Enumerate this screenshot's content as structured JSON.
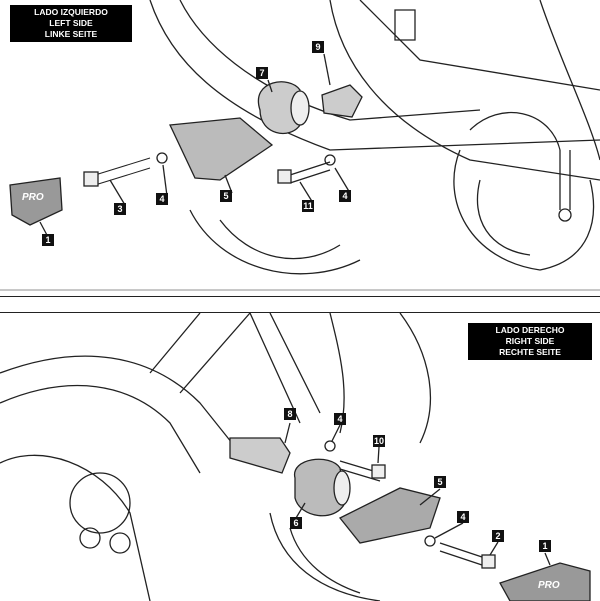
{
  "left_panel": {
    "title": [
      "LADO IZQUIERDO",
      "LEFT SIDE",
      "LINKE SEITE"
    ],
    "callouts": [
      "9",
      "7",
      "4",
      "3",
      "5",
      "11",
      "4",
      "1"
    ],
    "logo_text": "PRO"
  },
  "right_panel": {
    "title": [
      "LADO DERECHO",
      "RIGHT SIDE",
      "RECHTE SEITE"
    ],
    "callouts": [
      "8",
      "4",
      "10",
      "5",
      "4",
      "6",
      "2",
      "1"
    ],
    "logo_text": "PRO"
  }
}
